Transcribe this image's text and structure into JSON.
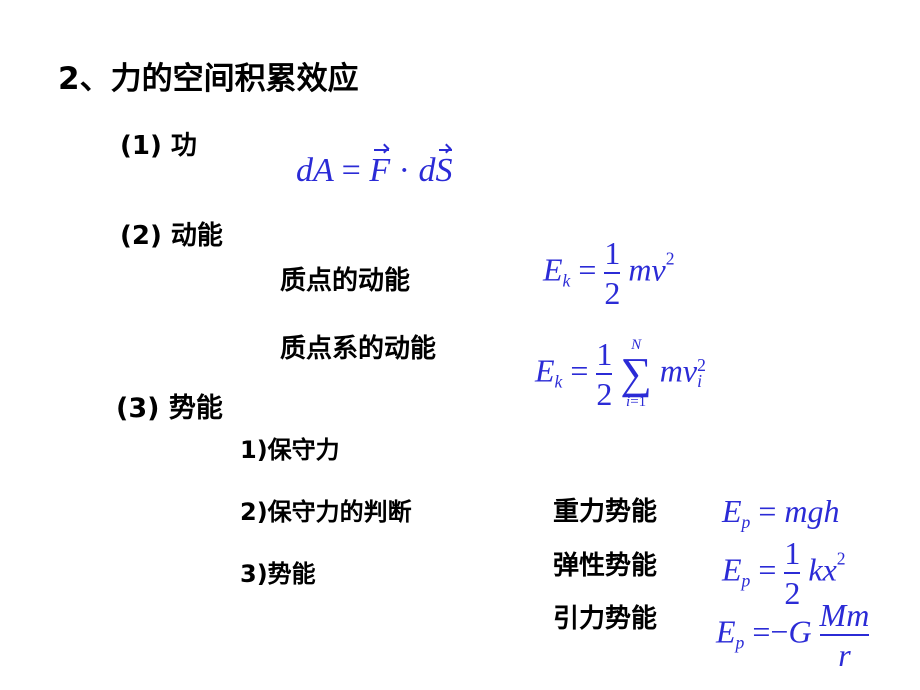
{
  "section_title": "2、力的空间积累效应",
  "work": {
    "label": "(1) 功",
    "formula": "dA = F · dS"
  },
  "kinetic": {
    "label": "(2) 动能",
    "particle_label": "质点的动能",
    "system_label": "质点系的动能"
  },
  "potential": {
    "label": "(3)  势能",
    "item1": "1)保守力",
    "item2": "2)保守力的判断",
    "item3": "3)势能",
    "gravity_label": "重力势能",
    "elastic_label": "弹性势能",
    "gravitation_label": "引力势能"
  },
  "colors": {
    "formula": "#2b2bd6",
    "text": "#000000"
  }
}
